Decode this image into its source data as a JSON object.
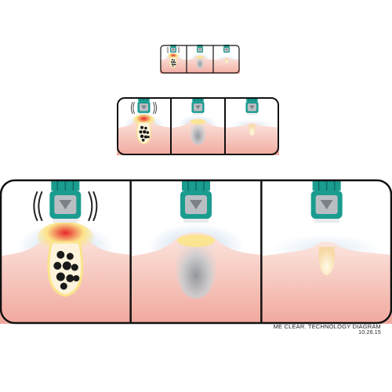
{
  "caption": {
    "title": "ME CLEAR. TECHNOLOGY DIAGRAM",
    "date": "10.26.15"
  },
  "strips": [
    {
      "name": "small-strip"
    },
    {
      "name": "medium-strip"
    },
    {
      "name": "large-strip"
    }
  ],
  "panels": [
    {
      "stage": "heat-and-vibration",
      "has_waves": true,
      "has_bacteria": true,
      "has_red_heat": true
    },
    {
      "stage": "drying",
      "has_waves": false,
      "has_bacteria": false,
      "has_red_heat": false
    },
    {
      "stage": "healed",
      "has_waves": false,
      "has_bacteria": false,
      "has_red_heat": false
    }
  ],
  "colors": {
    "device_teal": "#1a9c8f",
    "device_teal_dark": "#0f6e66",
    "device_gray": "#b9bec3",
    "skin_top": "#fbe6df",
    "skin_bottom": "#f1a79c",
    "heat_red": "#e8262b",
    "heat_yellow": "#fbe48a",
    "halo_blue": "#bcd3ea",
    "bacteria": "#1a1a1a",
    "frame": "#111111"
  }
}
